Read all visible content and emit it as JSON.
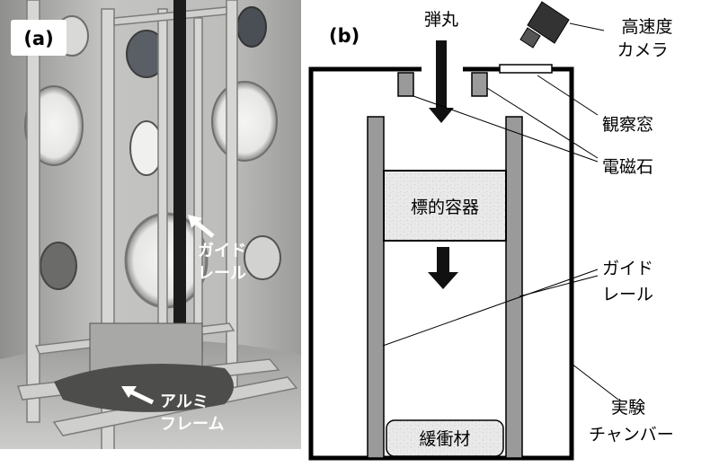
{
  "panel_a": {
    "tag": "(a)",
    "guide_rail_label": [
      "ガイド",
      "レール"
    ],
    "aluminum_frame_label": [
      "アルミ",
      "フレーム"
    ]
  },
  "panel_b": {
    "tag": "(b)",
    "projectile_label": "弾丸",
    "camera_label": [
      "高速度",
      "カメラ"
    ],
    "window_label": "観察窓",
    "magnet_label": "電磁石",
    "target_container_label": "標的容器",
    "guide_rail_label": [
      "ガイド",
      "レール"
    ],
    "buffer_label": "緩衝材",
    "chamber_label": [
      "実験",
      "チャンバー"
    ]
  },
  "colors": {
    "rail_gray": "#9a9a9a",
    "outline": "#000000",
    "photo_wall": "#b9b9b7"
  }
}
